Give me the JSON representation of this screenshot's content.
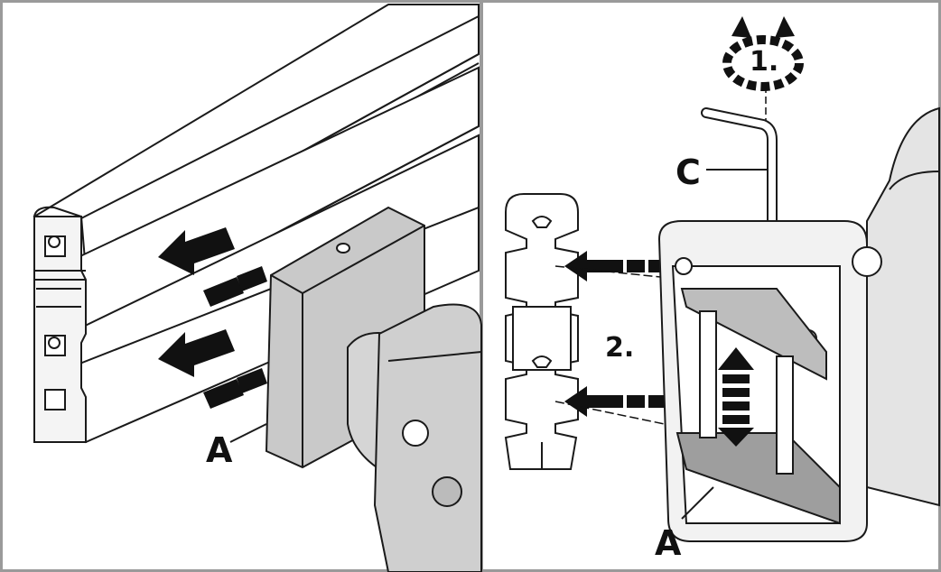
{
  "panels": [
    {
      "id": "left",
      "labels": {
        "a": "A"
      }
    },
    {
      "id": "right",
      "labels": {
        "step1": "1.",
        "step2": "2.",
        "c": "C",
        "a": "A"
      }
    }
  ],
  "colors": {
    "frame": "#9a9a9a",
    "outline": "#1a1a1a",
    "part_fill": "#c9c9c9",
    "clamp_fill": "#bdbdbd",
    "arrow": "#111111",
    "background": "#ffffff"
  }
}
